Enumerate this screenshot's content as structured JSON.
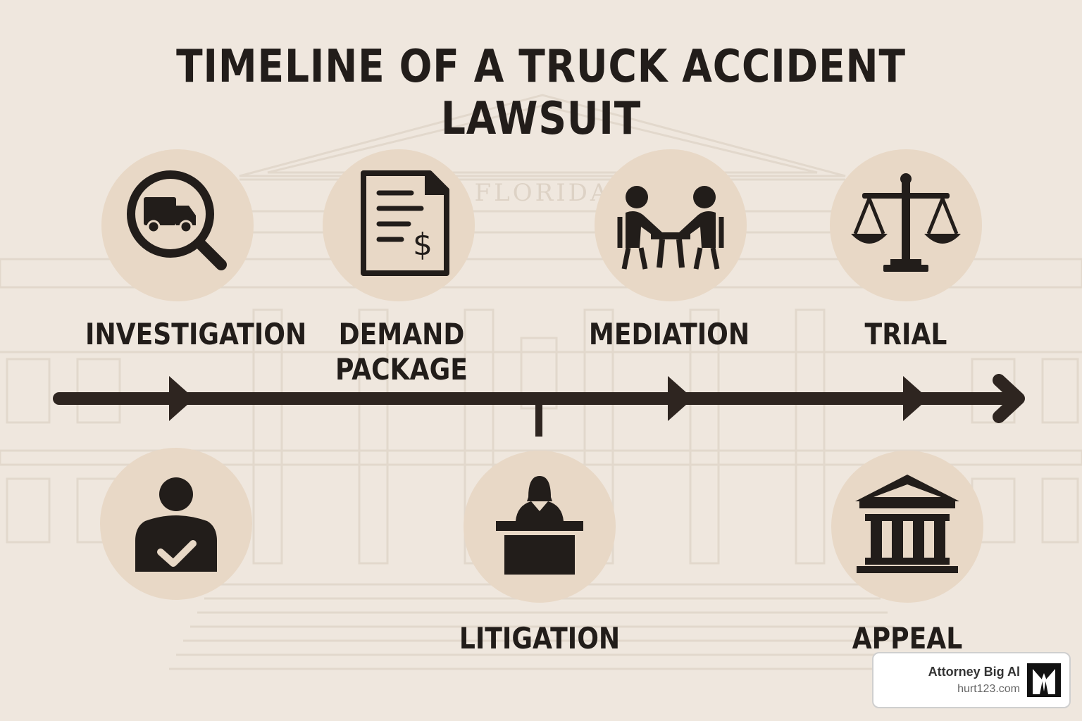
{
  "title": "TIMELINE OF A TRUCK ACCIDENT LAWSUIT",
  "background": {
    "building_inscription": "FLORIDA",
    "color": "#efe7de"
  },
  "colors": {
    "ink": "#221d1a",
    "circle_fill": "#e8d8c6",
    "timeline": "#2e2520"
  },
  "steps_above": [
    {
      "label": "INVESTIGATION",
      "icon": "truck-magnifier-icon"
    },
    {
      "label_line1": "DEMAND",
      "label_line2": "PACKAGE",
      "icon": "invoice-document-icon"
    },
    {
      "label": "MEDIATION",
      "icon": "two-people-table-icon"
    },
    {
      "label": "TRIAL",
      "icon": "scales-of-justice-icon"
    }
  ],
  "steps_below": [
    {
      "label": "",
      "icon": "person-checkmark-icon"
    },
    {
      "label": "LITIGATION",
      "icon": "person-at-podium-icon"
    },
    {
      "label": "APPEAL",
      "icon": "courthouse-icon"
    }
  ],
  "badge": {
    "name": "Attorney Big Al",
    "url": "hurt123.com",
    "icon": "suit-tie-logo-icon"
  }
}
